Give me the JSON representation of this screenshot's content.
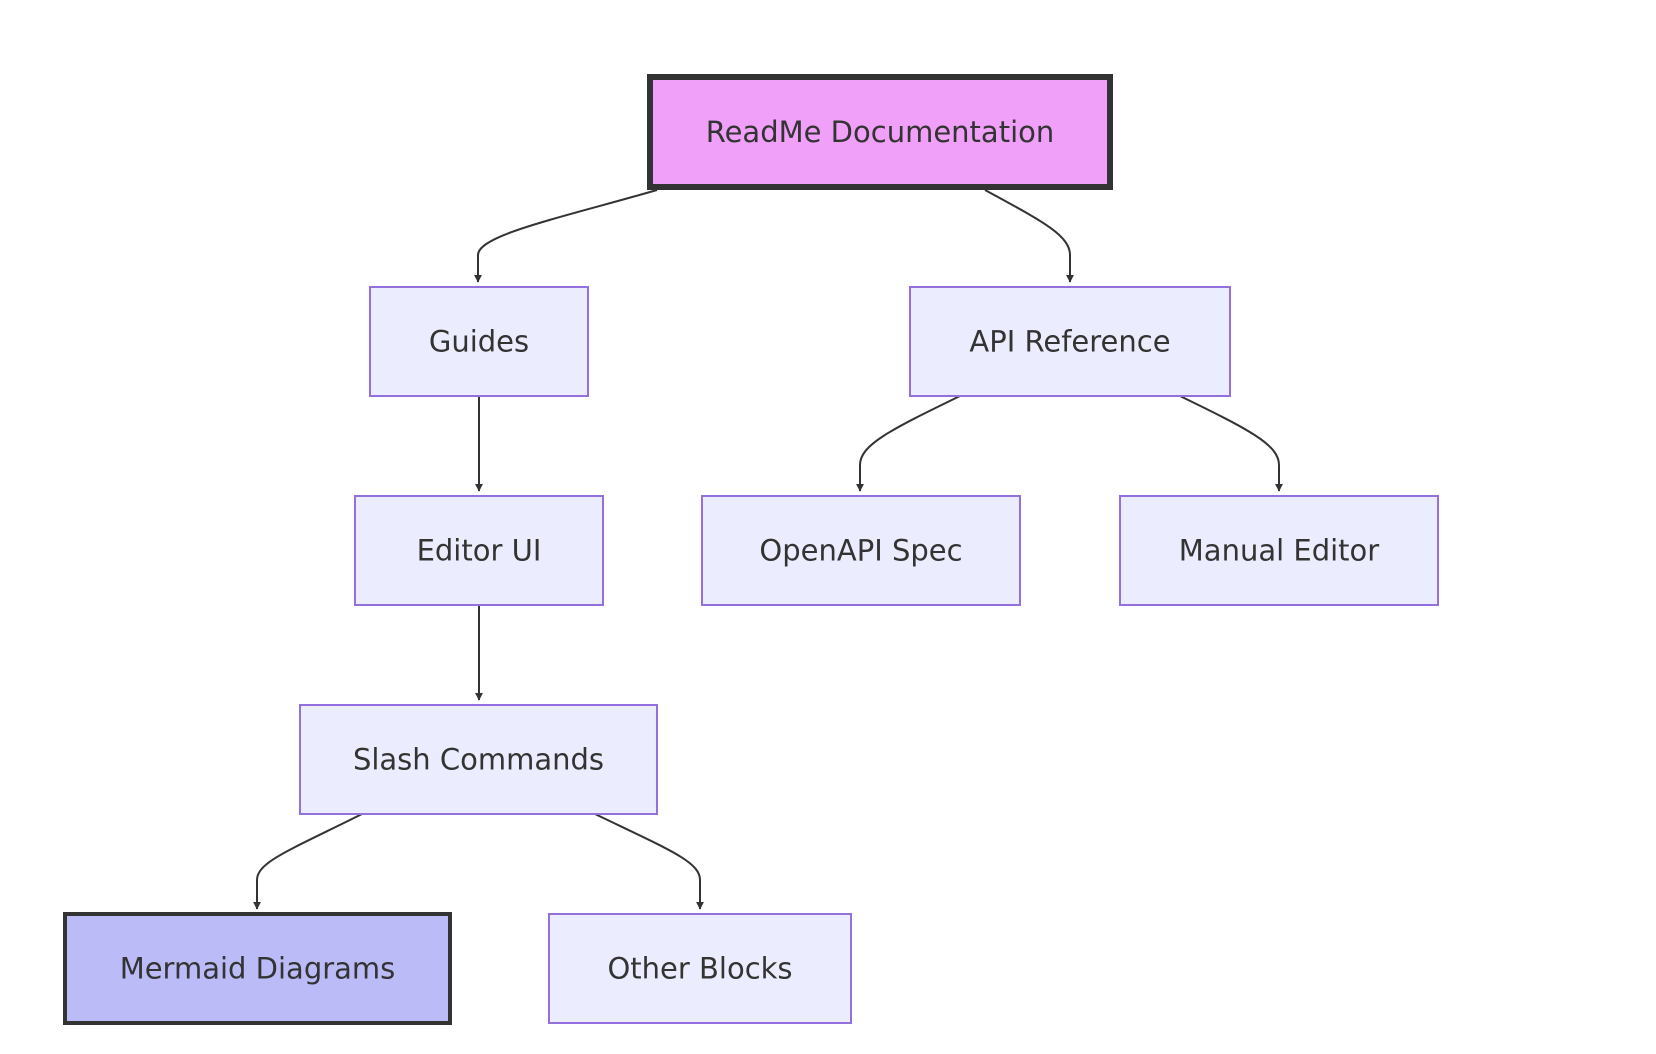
{
  "diagram": {
    "type": "flowchart",
    "direction": "top-down",
    "colors": {
      "default_fill": "#ECECFF",
      "default_stroke": "#9370DB",
      "root_fill": "#F0A0F8",
      "highlight_fill": "#BBBBF8",
      "emphasis_stroke": "#333333",
      "edge": "#333333",
      "text": "#333333"
    },
    "nodes": [
      {
        "id": "readme",
        "label": "ReadMe Documentation",
        "style": "root"
      },
      {
        "id": "guides",
        "label": "Guides",
        "style": "default"
      },
      {
        "id": "api",
        "label": "API Reference",
        "style": "default"
      },
      {
        "id": "editor",
        "label": "Editor UI",
        "style": "default"
      },
      {
        "id": "openapi",
        "label": "OpenAPI Spec",
        "style": "default"
      },
      {
        "id": "manual",
        "label": "Manual Editor",
        "style": "default"
      },
      {
        "id": "slash",
        "label": "Slash Commands",
        "style": "default"
      },
      {
        "id": "mermaid",
        "label": "Mermaid Diagrams",
        "style": "highlight"
      },
      {
        "id": "other",
        "label": "Other Blocks",
        "style": "default"
      }
    ],
    "edges": [
      {
        "from": "readme",
        "to": "guides"
      },
      {
        "from": "readme",
        "to": "api"
      },
      {
        "from": "guides",
        "to": "editor"
      },
      {
        "from": "api",
        "to": "openapi"
      },
      {
        "from": "api",
        "to": "manual"
      },
      {
        "from": "editor",
        "to": "slash"
      },
      {
        "from": "slash",
        "to": "mermaid"
      },
      {
        "from": "slash",
        "to": "other"
      }
    ]
  }
}
